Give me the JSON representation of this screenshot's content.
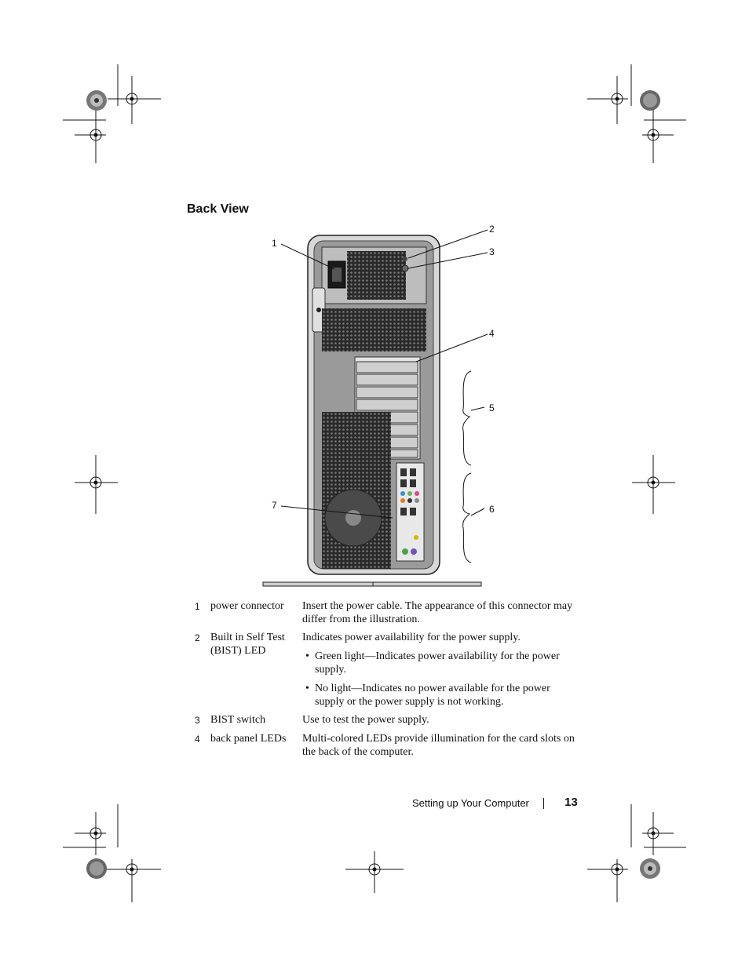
{
  "heading": "Back View",
  "callouts": [
    "1",
    "2",
    "3",
    "4",
    "5",
    "6",
    "7"
  ],
  "legend": [
    {
      "num": "1",
      "term": "power connector",
      "desc": "Insert the power cable. The appearance of this connector may differ from the illustration.",
      "bullets": []
    },
    {
      "num": "2",
      "term": "Built in Self Test (BIST) LED",
      "desc": "Indicates power availability for the power supply.",
      "bullets": [
        "Green light—Indicates power availability for the power supply.",
        "No light—Indicates no power available for the power supply or the power supply is not working."
      ]
    },
    {
      "num": "3",
      "term": "BIST switch",
      "desc": "Use to test the power supply.",
      "bullets": []
    },
    {
      "num": "4",
      "term": "back panel LEDs",
      "desc": "Multi-colored LEDs provide illumination for the card slots on the back of the computer.",
      "bullets": []
    }
  ],
  "bullet_glyph": "•",
  "footer": {
    "title": "Setting up Your Computer",
    "page": "13"
  }
}
